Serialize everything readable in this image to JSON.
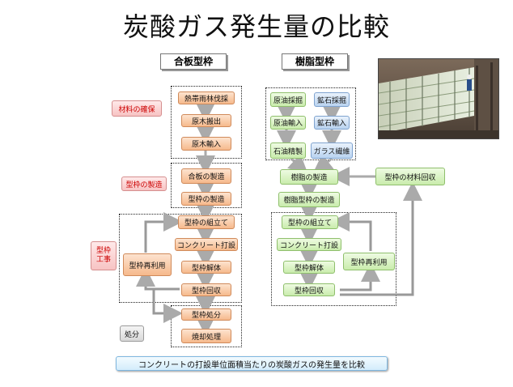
{
  "title": "炭酸ガス発生量の比較",
  "columns": {
    "plywood": "合板型枠",
    "resin": "樹脂型枠"
  },
  "stage_labels": {
    "materials": "材料の確保",
    "formwork_manufacture": "型枠の製造",
    "construction": "型枠\n工事",
    "disposal": "処分"
  },
  "plywood_steps": {
    "logging": "熱帯雨林伐採",
    "log_export": "原木搬出",
    "log_import": "原木輸入",
    "plywood_manufacture": "合板の製造",
    "form_manufacture": "型枠の製造",
    "assembly": "型枠の組立て",
    "pouring": "コンクリート打設",
    "dismantle": "型枠解体",
    "recovery": "型枠回収",
    "reuse": "型枠再利用",
    "form_disposal": "型枠処分",
    "incineration": "焼却処理"
  },
  "resin_steps": {
    "oil_mining": "原油採掘",
    "ore_mining": "鉱石採掘",
    "oil_import": "原油輸入",
    "ore_import": "鉱石輸入",
    "oil_refining": "石油精製",
    "glass_fiber": "ガラス繊維",
    "resin_manufacture": "樹脂の製造",
    "resin_form_manufacture": "樹脂型枠の製造",
    "assembly": "型枠の組立て",
    "pouring": "コンクリート打設",
    "dismantle": "型枠解体",
    "recovery": "型枠回収",
    "reuse": "型枠再利用",
    "material_recovery": "型枠の材料回収"
  },
  "caption": "コンクリートの打設単位面積当たりの炭酸ガスの発生量を比較",
  "colors": {
    "orange": "#f6b98c",
    "green": "#c9ecac",
    "blue": "#b9d3f0",
    "pink_text": "#cc0000",
    "caption_border": "#7fb7e0"
  }
}
